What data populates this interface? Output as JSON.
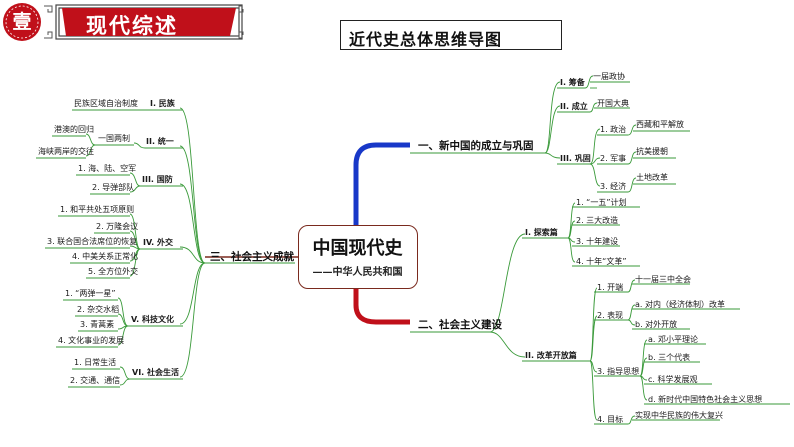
{
  "header": {
    "badge_char": "壹",
    "section_title": "现代综述",
    "map_title": "近代史总体思维导图"
  },
  "colors": {
    "red": "#c0101a",
    "blue": "#1838c8",
    "green": "#3a9a3a",
    "brown": "#7a2a1e"
  },
  "center": {
    "title": "中国现代史",
    "subtitle": "——中华人民共和国"
  },
  "branch1": {
    "label": "一、新中国的成立与巩固",
    "s1": {
      "label": "I. 筹备",
      "leaf": "一届政协"
    },
    "s2": {
      "label": "II. 成立",
      "leaf": "开国大典"
    },
    "s3": {
      "label": "III. 巩固",
      "items": [
        {
          "label": "1. 政治",
          "leaf": "西藏和平解放"
        },
        {
          "label": "2. 军事",
          "leaf": "抗美援朝"
        },
        {
          "label": "3. 经济",
          "leaf": "土地改革"
        }
      ]
    }
  },
  "branch2": {
    "label": "二、社会主义建设",
    "s1": {
      "label": "I. 探索篇",
      "items": [
        "1. “一五”计划",
        "2. 三大改造",
        "3. 十年建设",
        "4. 十年“文革”"
      ]
    },
    "s2": {
      "label": "II. 改革开放篇",
      "k1": {
        "label": "1. 开端",
        "leaf": "十一届三中全会"
      },
      "k2": {
        "label": "2. 表现",
        "items": [
          "a. 对内（经济体制）改革",
          "b. 对外开放"
        ]
      },
      "k3": {
        "label": "3. 指导思想",
        "items": [
          "a. 邓小平理论",
          "b. 三个代表",
          "c. 科学发展观",
          "d. 新时代中国特色社会主义思想"
        ]
      },
      "k4": {
        "label": "4. 目标",
        "leaf": "实现中华民族的伟大复兴"
      }
    }
  },
  "branch3": {
    "label": "三、社会主义成就",
    "s1": {
      "label": "I. 民族",
      "leaf": "民族区域自治制度"
    },
    "s2": {
      "label": "II. 统一",
      "mid": "一国两制",
      "items": [
        "港澳的回归",
        "海峡两岸的交往"
      ]
    },
    "s3": {
      "label": "III. 国防",
      "items": [
        "1. 海、陆、空军",
        "2. 导弹部队"
      ]
    },
    "s4": {
      "label": "IV. 外交",
      "items": [
        "1. 和平共处五项原则",
        "2. 万隆会议",
        "3. 联合国合法席位的恢复",
        "4. 中美关系正常化",
        "5. 全方位外交"
      ]
    },
    "s5": {
      "label": "V. 科技文化",
      "items": [
        "1. “两弹一星”",
        "2. 杂交水稻",
        "3. 青蒿素",
        "4. 文化事业的发展"
      ]
    },
    "s6": {
      "label": "VI. 社会生活",
      "items": [
        "1. 日常生活",
        "2. 交通、通信"
      ]
    }
  }
}
